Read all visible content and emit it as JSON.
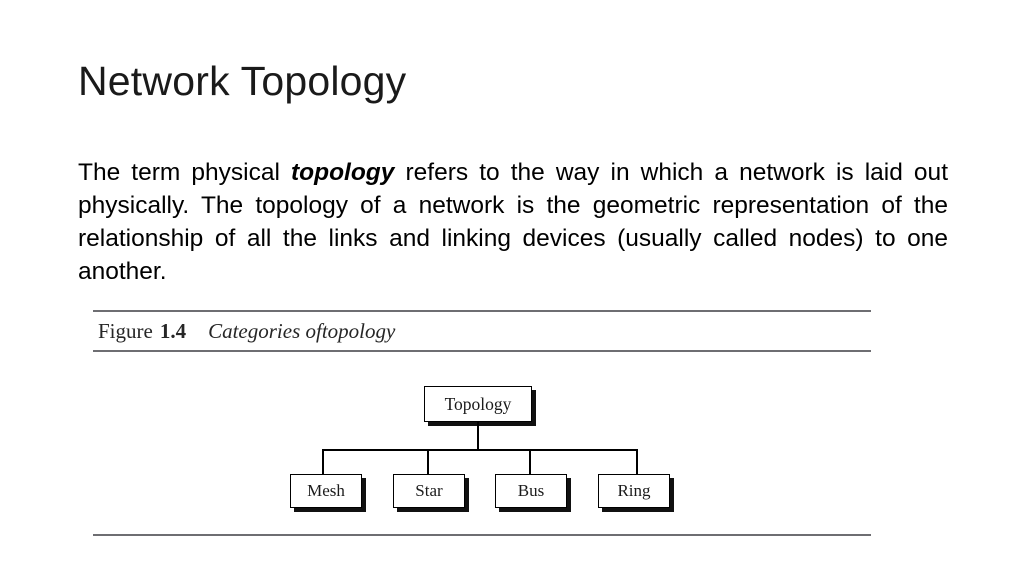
{
  "slide": {
    "title": "Network Topology"
  },
  "body": {
    "part1": "The term physical ",
    "emphasis": "topology",
    "part2": " refers to the way in which a network is laid out physically. The topology of a network is the geometric representation of the relationship of all the links and linking devices (usually called nodes) to one another."
  },
  "figure": {
    "caption_word": "Figure",
    "caption_number": "1.4",
    "caption_title": "Categories oftopology"
  },
  "diagram": {
    "type": "tree",
    "root": {
      "label": "Topology"
    },
    "children": [
      {
        "label": "Mesh"
      },
      {
        "label": "Star"
      },
      {
        "label": "Bus"
      },
      {
        "label": "Ring"
      }
    ]
  },
  "colors": {
    "background": "#ffffff",
    "text": "#000000",
    "rule": "#6e6e72",
    "node_border": "#000000",
    "node_shadow": "#111111"
  }
}
